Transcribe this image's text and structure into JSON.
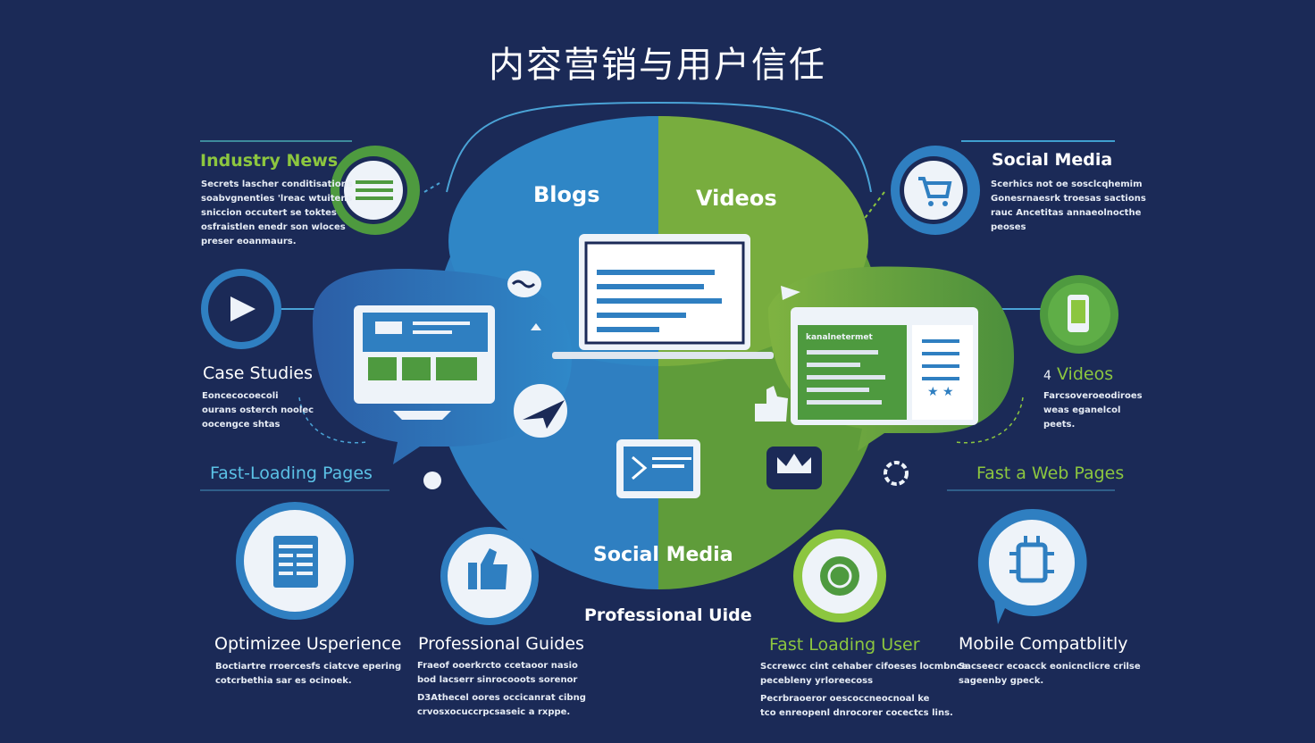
{
  "title": "内容营销与用户信任",
  "center": {
    "blogs": "Blogs",
    "videos": "Videos",
    "social_media": "Social Media",
    "professional": "Professional Uide"
  },
  "left": {
    "industry_news": {
      "label": "Industry News",
      "lines": [
        "Secrets lascher conditisations",
        "soabvgnenties 'lreac wtuitens",
        "sniccion occutert se toktes",
        "osfraistlen enedr son wloces",
        "preser eoanmaurs."
      ]
    },
    "case_studies": {
      "label": "Case Studies",
      "lines": [
        "Eoncecocoecoli",
        "ourans osterch noolec",
        "oocengce shtas"
      ]
    },
    "fast_loading": {
      "label": "Fast-Loading  Pages"
    }
  },
  "right": {
    "social_media": {
      "label": "Social Media",
      "lines": [
        "Scerhics not oe sosclcqhemim",
        "Gonesrnaesrk troesas sactions",
        "rauc Ancetitas annaeolnocthe",
        "peoses"
      ]
    },
    "videos": {
      "label": "Videos",
      "prefix": "4",
      "lines": [
        "Farcsoveroeodiroes",
        "weas eganelcol",
        "peets."
      ]
    },
    "fast_web": {
      "label": "Fast a Web Pages"
    }
  },
  "bottom": {
    "optimize": {
      "label": "Optimizee Usperience",
      "lines": [
        "Boctiartre rroercesfs ciatcve epering",
        "cotcrbethia sar es ocinoek."
      ]
    },
    "guides": {
      "label": "Professional Guides",
      "lines": [
        "Fraeof ooerkrcto ccetaoor nasio",
        "bod lacserr sinrocooots sorenor",
        "",
        "D3Athecel oores occicanrat cibng",
        "crvosxocuccrpcsaseic a rxppe."
      ]
    },
    "fast_user": {
      "label": "Fast Loading User",
      "lines": [
        "Sccrewcc cint cehaber cifoeses locmbnce",
        "pecebleny yrloreecoss",
        "",
        "Pecrbraoeror oescoccneocnoal ke",
        "tco enreopenl dnrocorer cocectcs lins."
      ]
    },
    "mobile": {
      "label": "Mobile Compatblitly",
      "lines": [
        "Sacseecr ecoacck eonicnclicre crilse",
        "sageenby gpeck."
      ]
    }
  },
  "mockups": {
    "tablet_header": "kanalnetermet"
  },
  "colors": {
    "background": "#1b2a57",
    "blue": "#2f7fc1",
    "green": "#6fa83a",
    "accent_green": "#8cc63f",
    "accent_blue": "#5bc2e6"
  }
}
